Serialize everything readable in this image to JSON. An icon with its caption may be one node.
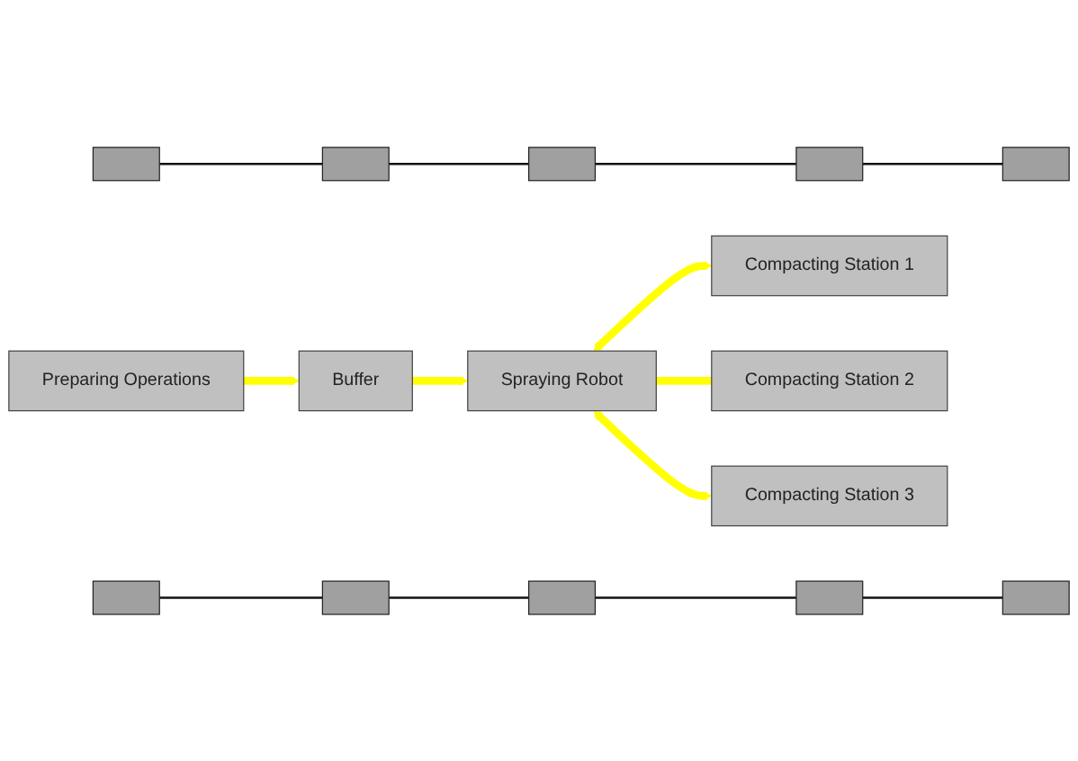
{
  "diagram": {
    "nodes": [
      {
        "text": [],
        "shape": "box"
      },
      {
        "text": [],
        "shape": "box"
      },
      {
        "text": [],
        "shape": "box"
      },
      {
        "text": [],
        "shape": "box"
      },
      {
        "text": [],
        "shape": "box"
      },
      {
        "text": [
          "Compacting Station 1"
        ]
      },
      {
        "text": [
          "Preparing Operations"
        ]
      },
      {
        "text": [
          "Buffer"
        ]
      },
      {
        "text": [
          "Spraying Robot"
        ]
      },
      {
        "text": [
          "Compacting Station 2"
        ]
      },
      {
        "text": [
          "Compacting Station 3"
        ]
      },
      {
        "text": [],
        "shape": "box"
      },
      {
        "text": [],
        "shape": "box"
      },
      {
        "text": [],
        "shape": "box"
      },
      {
        "text": [],
        "shape": "box"
      },
      {
        "text": [],
        "shape": "box"
      }
    ],
    "edges": [
      {
        "from": 0,
        "to": 1,
        "arrow": "none"
      },
      {
        "from": 1,
        "to": 2,
        "arrow": "none"
      },
      {
        "from": 2,
        "to": 3,
        "arrow": "none"
      },
      {
        "from": 3,
        "to": 4,
        "arrow": "none"
      },
      {
        "from": 6,
        "to": 7,
        "arrow": "to",
        "style": "thick",
        "color": "#ffff00"
      },
      {
        "from": 7,
        "to": 8,
        "arrow": "to",
        "style": "thick",
        "color": "#ffff00"
      },
      {
        "from": 8,
        "to": 5,
        "arrow": "both",
        "style": "thick",
        "color": "#ffff00"
      },
      {
        "from": 8,
        "to": 9,
        "arrow": "none",
        "style": "thick",
        "color": "#ffff00"
      },
      {
        "from": 8,
        "to": 10,
        "arrow": "both",
        "style": "thick",
        "color": "#ffff00"
      },
      {
        "from": 11,
        "to": 12,
        "arrow": "none"
      },
      {
        "from": 12,
        "to": 13,
        "arrow": "none"
      },
      {
        "from": 13,
        "to": 14,
        "arrow": "none"
      },
      {
        "from": 14,
        "to": 15,
        "arrow": "none"
      }
    ]
  }
}
